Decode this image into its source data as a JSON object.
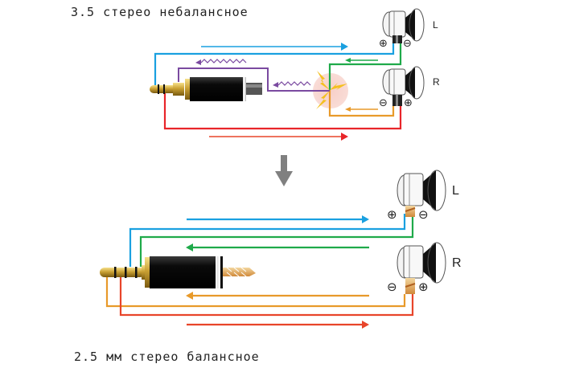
{
  "captions": {
    "top": "3.5 стерео небалансное",
    "bottom": "2.5 мм стерео балансное"
  },
  "top_diagram": {
    "title": "3.5 стерео небалансное",
    "speakers": [
      {
        "label": "L",
        "left_terminal": "⊕",
        "right_terminal": "⊖"
      },
      {
        "label": "R",
        "left_terminal": "⊖",
        "right_terminal": "⊕"
      }
    ],
    "wires": [
      {
        "name": "left-plus",
        "color": "#1aa0e0",
        "direction": "to-speaker"
      },
      {
        "name": "left-minus",
        "color": "#1faa4a",
        "direction": "to-plug"
      },
      {
        "name": "right-minus",
        "color": "#e89a2a",
        "direction": "to-plug"
      },
      {
        "name": "right-plus",
        "color": "#e8252a",
        "direction": "to-speaker"
      },
      {
        "name": "crosstalk",
        "color": "#7a4aa0",
        "direction": "to-plug"
      }
    ],
    "interference": "crosstalk-spark"
  },
  "transition_arrow": "down-arrow",
  "bottom_diagram": {
    "title": "2.5 мм стерео балансное",
    "speakers": [
      {
        "label": "L",
        "left_terminal": "⊕",
        "right_terminal": "⊖"
      },
      {
        "label": "R",
        "left_terminal": "⊖",
        "right_terminal": "⊕"
      }
    ],
    "wires": [
      {
        "name": "left-plus",
        "color": "#1aa0e0",
        "direction": "to-speaker"
      },
      {
        "name": "left-minus",
        "color": "#1faa4a",
        "direction": "to-plug"
      },
      {
        "name": "right-minus",
        "color": "#e89a2a",
        "direction": "to-plug"
      },
      {
        "name": "right-plus",
        "color": "#e8452a",
        "direction": "to-speaker"
      }
    ]
  },
  "colors": {
    "blue": "#1aa0e0",
    "green": "#1faa4a",
    "orange": "#e89a2a",
    "red": "#e8252a",
    "purple": "#7a4aa0",
    "arrow_gray": "#808080",
    "spark": "#f4c020",
    "glow": "#f7d0cc"
  }
}
